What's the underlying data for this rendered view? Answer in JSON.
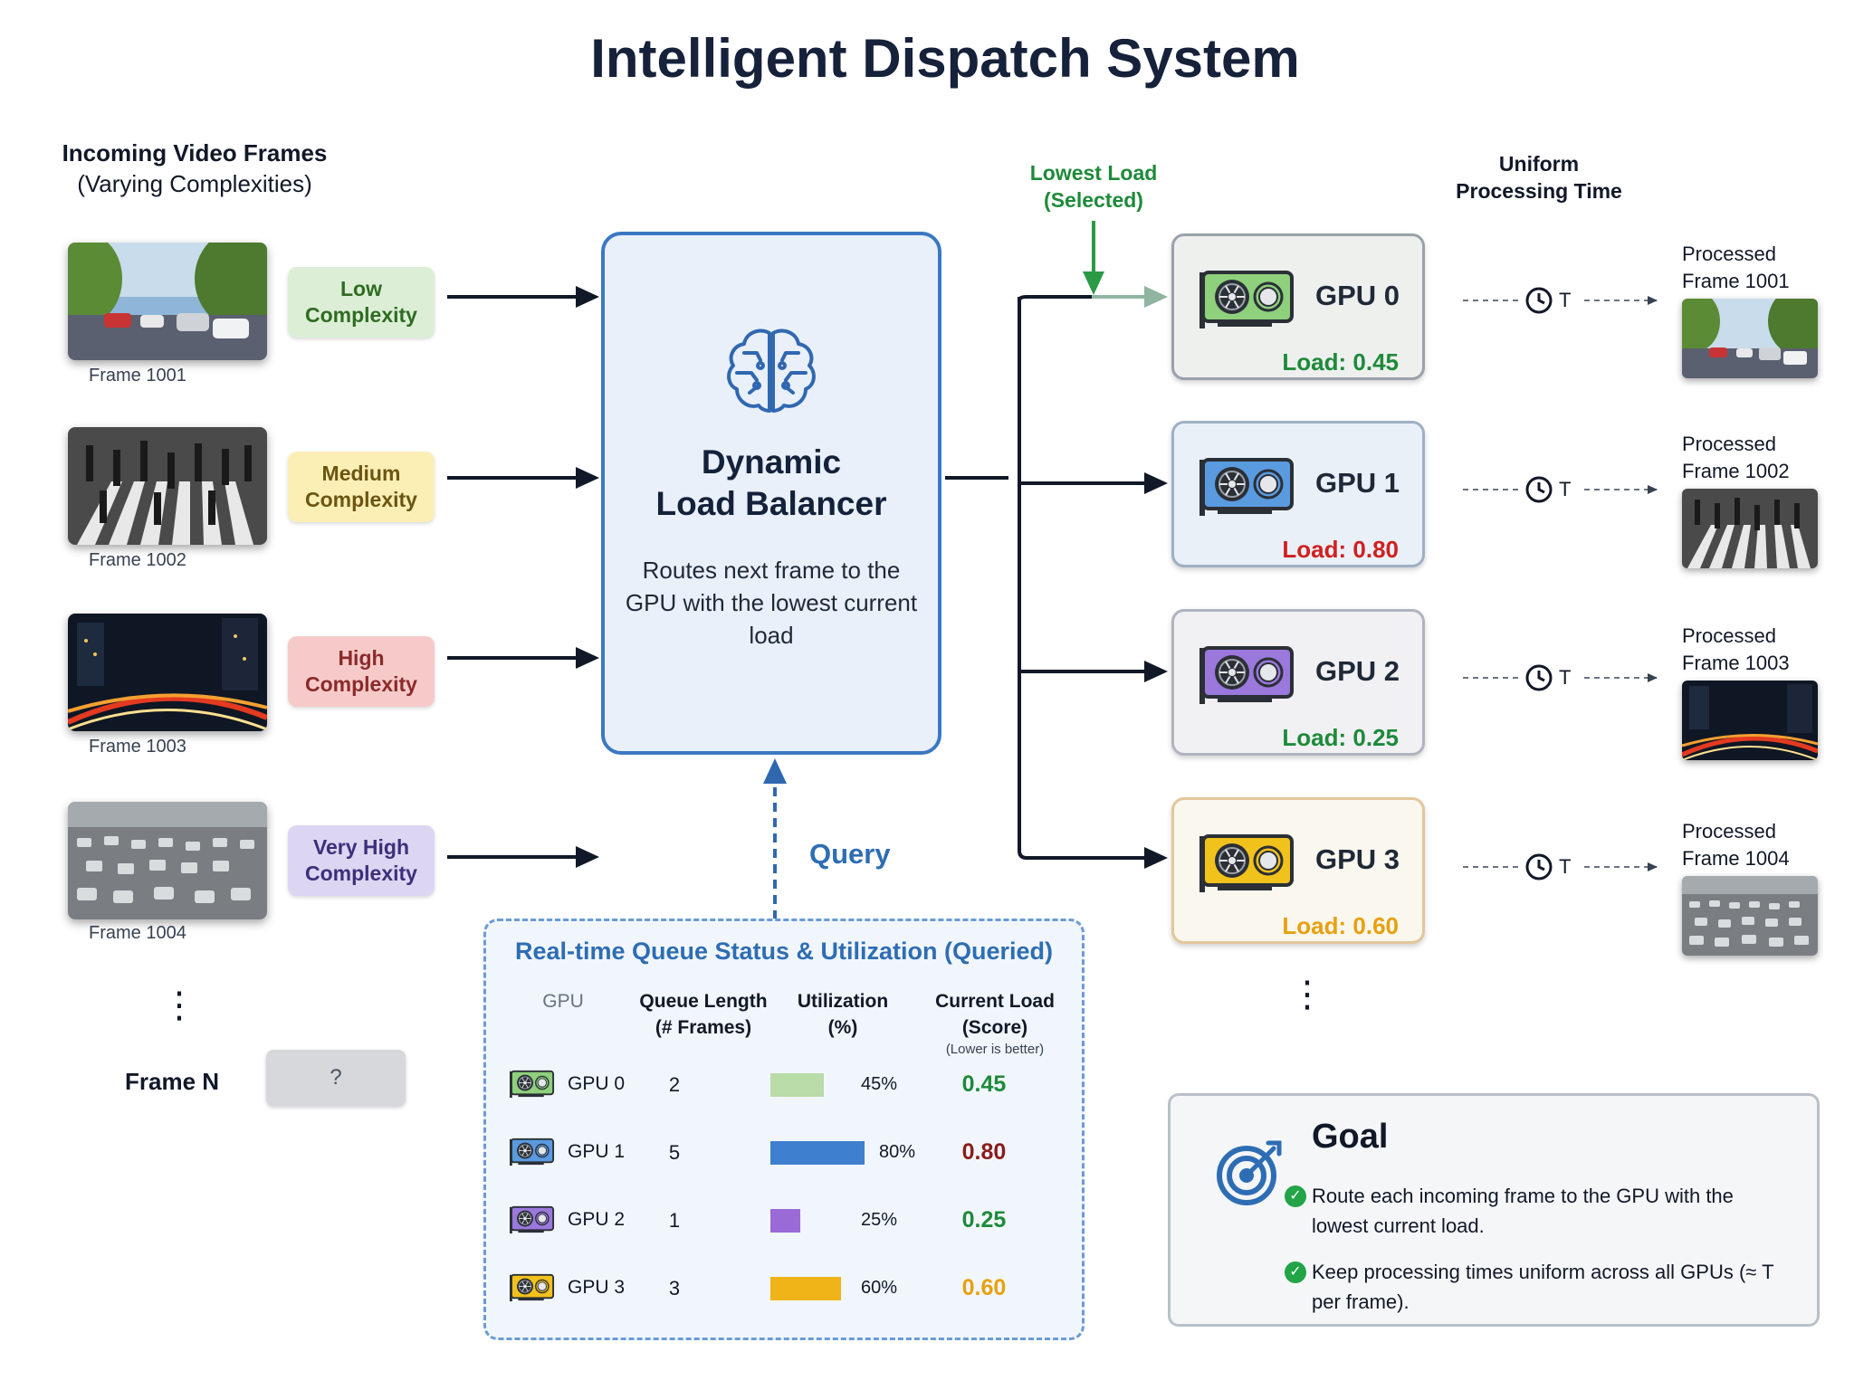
{
  "title": "Intelligent Dispatch System",
  "incoming": {
    "heading": "Incoming Video Frames",
    "subheading": "(Varying Complexities)",
    "frames": [
      {
        "caption": "Frame 1001",
        "complexity": "Low Complexity",
        "color": "#dcefd6",
        "text_color": "#2f6b22"
      },
      {
        "caption": "Frame 1002",
        "complexity": "Medium Complexity",
        "color": "#fbefb6",
        "text_color": "#6b5511"
      },
      {
        "caption": "Frame 1003",
        "complexity": "High Complexity",
        "color": "#f7caca",
        "text_color": "#8a2a2a"
      },
      {
        "caption": "Frame 1004",
        "complexity": "Very High Complexity",
        "color": "#dcd6f3",
        "text_color": "#3c2f7a"
      }
    ],
    "frame_n_label": "Frame N",
    "frame_n_value": "?"
  },
  "balancer": {
    "title_line1": "Dynamic",
    "title_line2": "Load Balancer",
    "desc": "Routes next frame to the GPU with the lowest current load",
    "icon": "brain-icon"
  },
  "query_label": "Query",
  "lowest_load": {
    "line1": "Lowest Load",
    "line2": "(Selected)"
  },
  "uniform": {
    "line1": "Uniform",
    "line2": "Processing Time"
  },
  "gpus": [
    {
      "name": "GPU 0",
      "load": "Load: 0.45",
      "load_color": "#1e8a3a",
      "card_color": "#8ed07c",
      "bg": "#eef0ee",
      "border": "#9aa1ab"
    },
    {
      "name": "GPU 1",
      "load": "Load: 0.80",
      "load_color": "#d02020",
      "card_color": "#5a9be0",
      "bg": "#e9f0f8",
      "border": "#9fb0c4"
    },
    {
      "name": "GPU 2",
      "load": "Load: 0.25",
      "load_color": "#1e8a3a",
      "card_color": "#9a78dc",
      "bg": "#f1f1f4",
      "border": "#b0b4be"
    },
    {
      "name": "GPU 3",
      "load": "Load: 0.60",
      "load_color": "#e8a010",
      "card_color": "#f2c21c",
      "bg": "#faf7ee",
      "border": "#e3c79a"
    }
  ],
  "timer_label": "T",
  "processed": [
    {
      "line1": "Processed",
      "line2": "Frame 1001"
    },
    {
      "line1": "Processed",
      "line2": "Frame 1002"
    },
    {
      "line1": "Processed",
      "line2": "Frame 1003"
    },
    {
      "line1": "Processed",
      "line2": "Frame 1004"
    }
  ],
  "queue": {
    "title": "Real-time Queue Status & Utilization (Queried)",
    "headers": {
      "gpu": "GPU",
      "qlen1": "Queue Length",
      "qlen2": "(# Frames)",
      "util1": "Utilization",
      "util2": "(%)",
      "load1": "Current Load",
      "load2": "(Score)",
      "load_note": "(Lower is better)"
    },
    "rows": [
      {
        "gpu": "GPU 0",
        "queue_length": "2",
        "utilization": 45,
        "util_label": "45%",
        "load": "0.45",
        "load_color": "#1e8a3a",
        "bar_color": "#b9dca8"
      },
      {
        "gpu": "GPU 1",
        "queue_length": "5",
        "utilization": 80,
        "util_label": "80%",
        "load": "0.80",
        "load_color": "#8a1c1c",
        "bar_color": "#3f7fcf"
      },
      {
        "gpu": "GPU 2",
        "queue_length": "1",
        "utilization": 25,
        "util_label": "25%",
        "load": "0.25",
        "load_color": "#1e8a3a",
        "bar_color": "#9a6bd6"
      },
      {
        "gpu": "GPU 3",
        "queue_length": "3",
        "utilization": 60,
        "util_label": "60%",
        "load": "0.60",
        "load_color": "#e8a010",
        "bar_color": "#f0b419"
      }
    ]
  },
  "goal": {
    "title": "Goal",
    "items": [
      "Route each incoming frame to the GPU with the lowest current load.",
      "Keep processing times uniform across all GPUs (≈ T per frame)."
    ],
    "icon": "target-icon"
  }
}
